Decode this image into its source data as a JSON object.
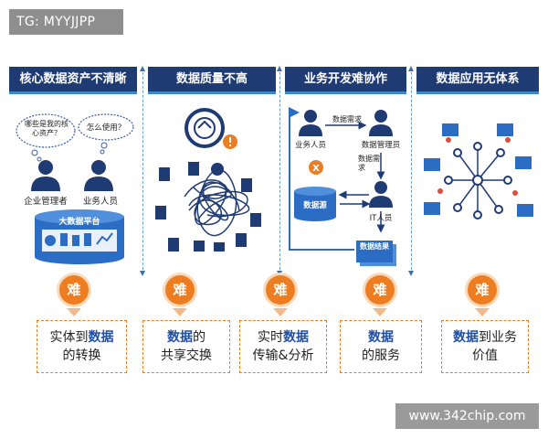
{
  "watermark_top": "TG: MYYJJPP",
  "watermark_bottom": "www.342chip.com",
  "columns": [
    {
      "header": "核心数据资产不清晰",
      "bubbles": [
        "哪些是我的核心资产？",
        "怎么使用？"
      ],
      "people": [
        "企业管理者",
        "业务人员"
      ],
      "platform_label": "大数据平台",
      "badge": "难",
      "result_lines": [
        {
          "strong": "",
          "plain": "实体到",
          "strong2": "数据"
        },
        {
          "plain": "的转换"
        }
      ]
    },
    {
      "header": "数据质量不高",
      "badge": "难",
      "result_line1_strong": "数据",
      "result_line1_plain": "的",
      "result_line2": "共享交换"
    },
    {
      "header": "业务开发难协作",
      "labels": {
        "demand1": "数据需求",
        "business": "业务人员",
        "manager": "数据管理员",
        "demand2": "数据需求",
        "source": "数据源",
        "it": "IT人员",
        "result": "数据结果",
        "x_mark": "X"
      },
      "badge": "难",
      "result_line1_plain": "实时",
      "result_line1_strong": "数据",
      "result_line2": "传输&分析"
    },
    {
      "header": "数据应用无体系",
      "badge": "难",
      "result_line1_strong": "数据",
      "result_line2": "的服务"
    },
    {
      "badge": "难",
      "result_line1_strong": "数据",
      "result_line1_plain": "到业务",
      "result_line2": "价值"
    }
  ],
  "colors": {
    "header_bg": "#1f3b73",
    "accent_blue": "#1f4fa6",
    "orange": "#ee7d22"
  }
}
